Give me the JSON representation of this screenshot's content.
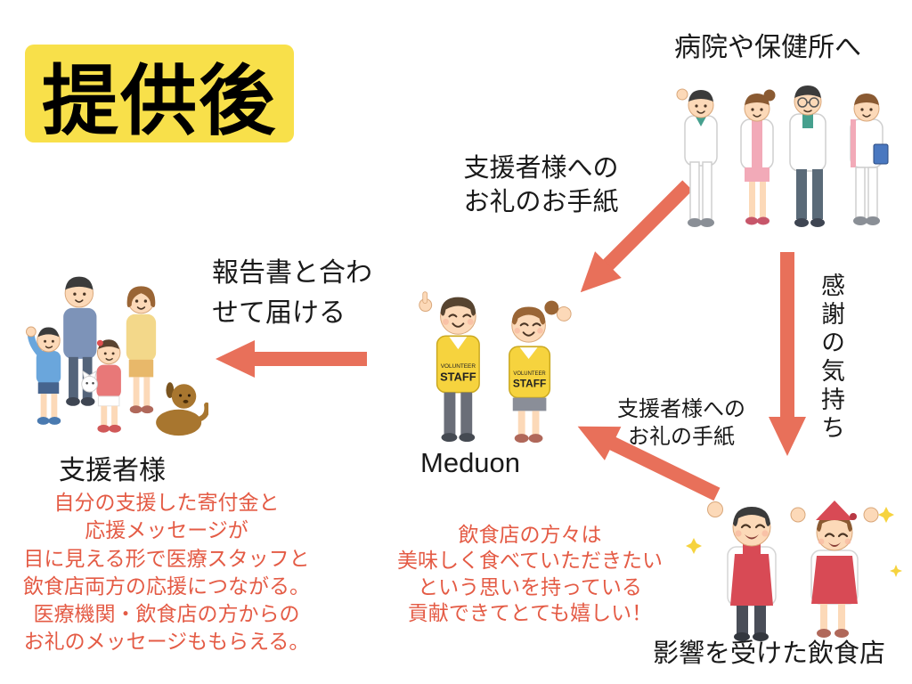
{
  "title": "提供後",
  "colors": {
    "accent_arrow": "#e8705a",
    "title_bg": "#f8e04a",
    "note_text": "#e45b45",
    "vest_yellow": "#f6d33e",
    "apron_red": "#d84a55"
  },
  "labels": {
    "hospital": "病院や保健所へ",
    "thanks_letter_top": "支援者様への\nお礼のお手紙",
    "report": "報告書と合わ\nせて届ける",
    "supporters": "支援者様",
    "meduon": "Meduon",
    "thanks_letter_right": "支援者様への\nお礼の手紙",
    "gratitude": "感謝の気持ち",
    "restaurant": "影響を受けた飲食店"
  },
  "notes": {
    "supporter_benefit": "自分の支援した寄付金と\n応援メッセージが\n目に見える形で医療スタッフと\n飲食店両方の応援につながる。\n医療機関・飲食店の方からの\nお礼のメッセージももらえる。",
    "restaurant_feeling": "飲食店の方々は\n美味しく食べていただきたい\nという思いを持っている\n貢献できてとても嬉しい！"
  },
  "meduon_vest": {
    "top": "VOLUNTEER",
    "bottom": "STAFF"
  }
}
